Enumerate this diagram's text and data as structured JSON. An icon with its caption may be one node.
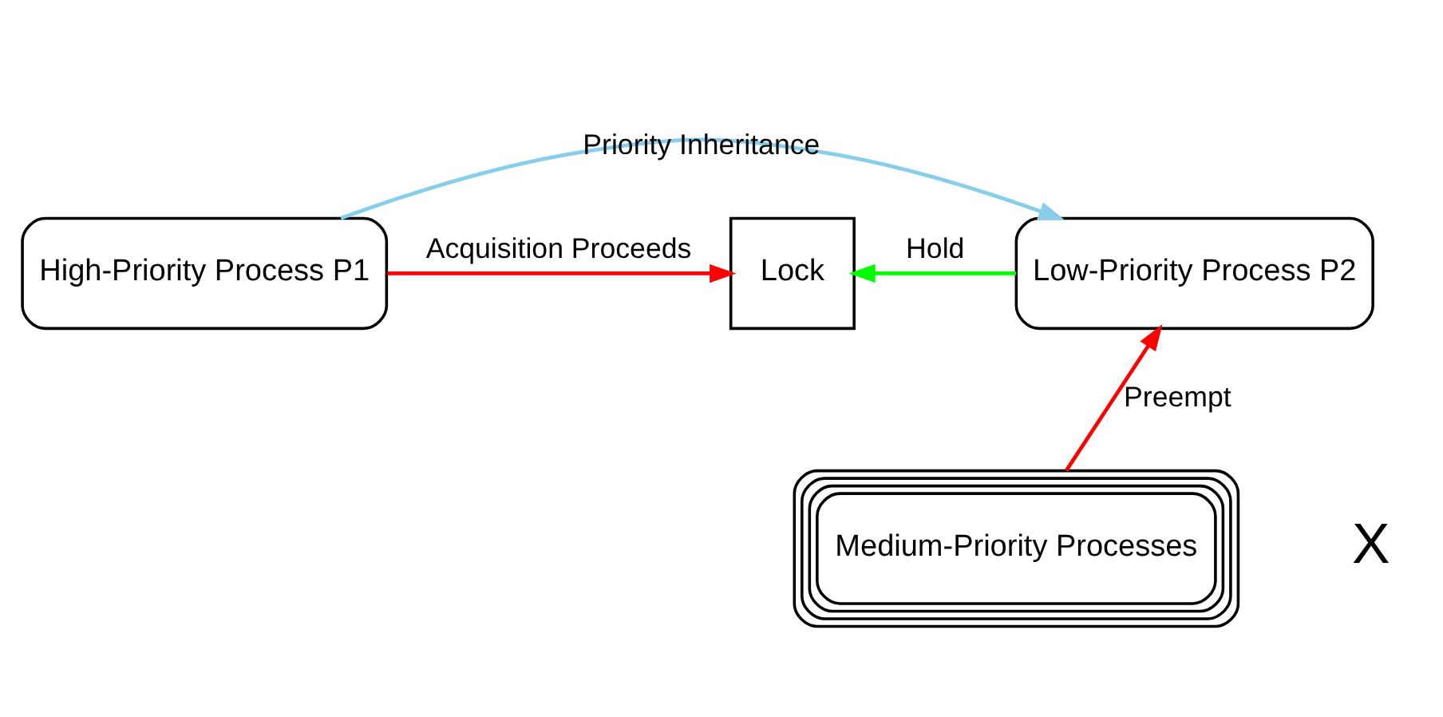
{
  "diagram": {
    "nodes": [
      {
        "text": [
          "High-Priority Process P1"
        ]
      },
      {
        "text": [
          "Lock"
        ]
      },
      {
        "text": [
          "Low-Priority Process P2"
        ]
      },
      {
        "text": [
          "Medium-Priority Processes"
        ]
      }
    ],
    "edges": [
      {
        "from": 0,
        "to": 2,
        "arrow": "to",
        "label": "Priority Inheritance",
        "color": "#87ceeb"
      },
      {
        "from": 0,
        "to": 1,
        "arrow": "to",
        "label": "Acquisition Proceeds",
        "color": "#ff0000"
      },
      {
        "from": 2,
        "to": 1,
        "arrow": "to",
        "label": "Hold",
        "color": "#00ff00"
      },
      {
        "from": 3,
        "to": 2,
        "arrow": "to",
        "label": "Preempt",
        "color": "#ff0000"
      }
    ],
    "labels": [
      "X"
    ]
  }
}
